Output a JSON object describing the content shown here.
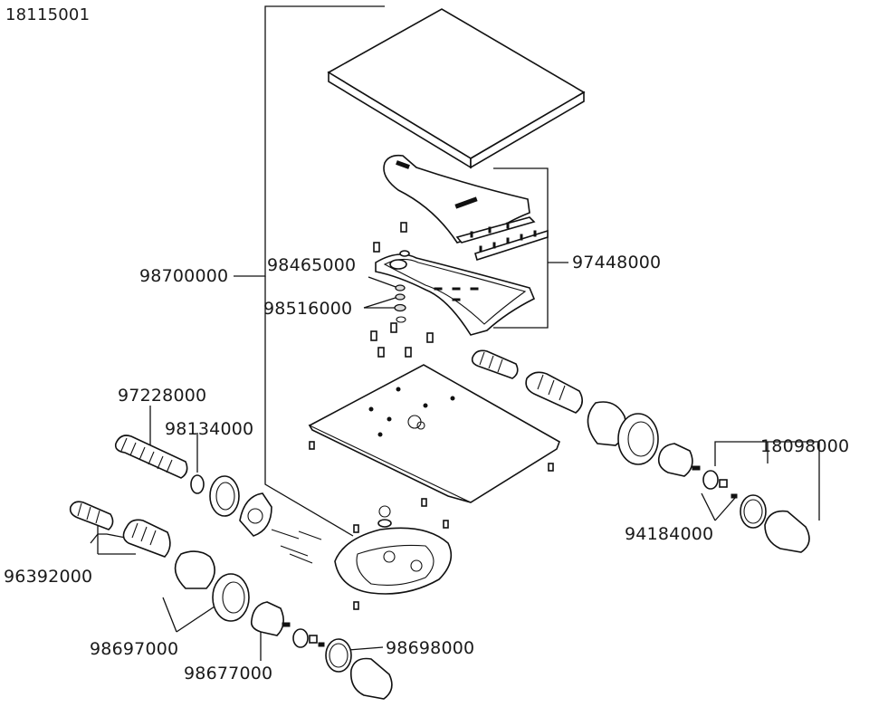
{
  "part_labels": {
    "assembly": "18115001",
    "kit_left": "98700000",
    "p98465000": "98465000",
    "p98516000": "98516000",
    "p97448000": "97448000",
    "p97228000": "97228000",
    "p98134000": "98134000",
    "p96392000": "96392000",
    "p98697000": "98697000",
    "p98677000": "98677000",
    "p98698000": "98698000",
    "p18098000": "18098000",
    "p94184000": "94184000"
  }
}
